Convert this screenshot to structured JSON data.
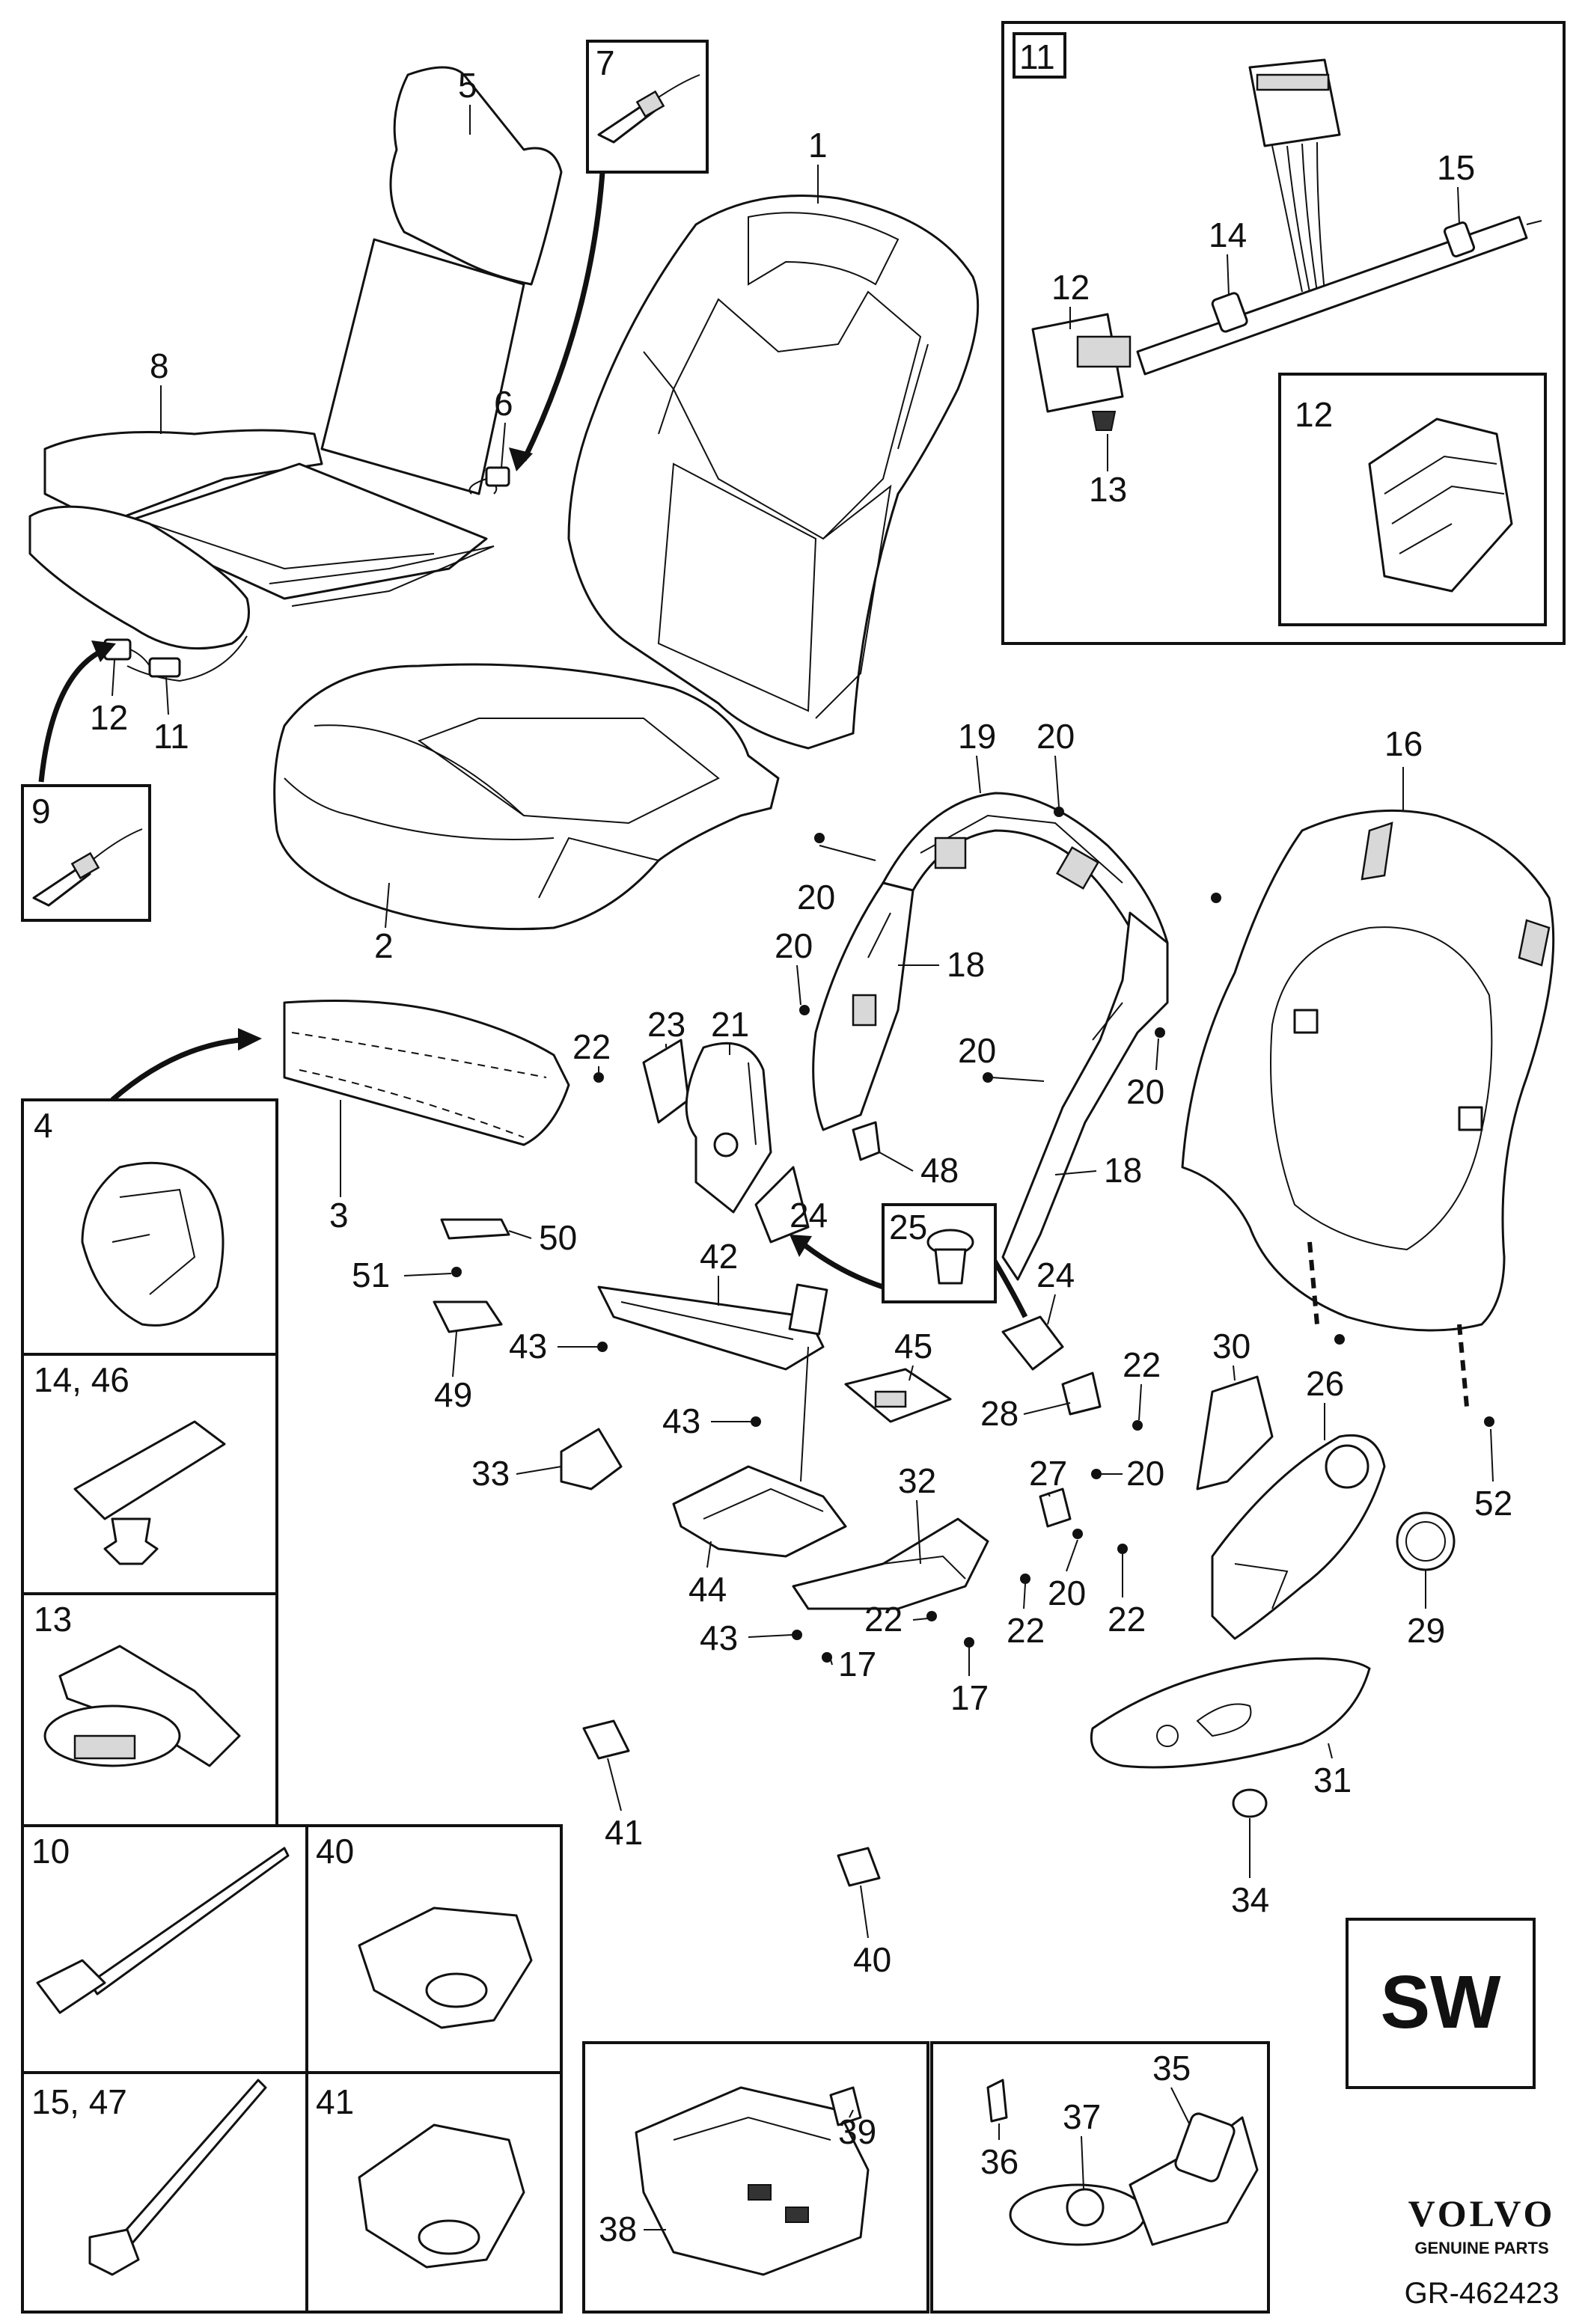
{
  "diagram": {
    "callouts": {
      "c1": "1",
      "c2": "2",
      "c3": "3",
      "c5": "5",
      "c6": "6",
      "c8": "8",
      "c11": "11",
      "c12": "12",
      "c16": "16",
      "c18a": "18",
      "c18b": "18",
      "c19": "19",
      "c20a": "20",
      "c20b": "20",
      "c20c": "20",
      "c20d": "20",
      "c20e": "20",
      "c20f": "20",
      "c20g": "20",
      "c21": "21",
      "c22a": "22",
      "c22b": "22",
      "c22c": "22",
      "c22d": "22",
      "c22e": "22",
      "c23": "23",
      "c24a": "24",
      "c24b": "24",
      "c26": "26",
      "c27": "27",
      "c28": "28",
      "c29": "29",
      "c30": "30",
      "c31": "31",
      "c32": "32",
      "c33": "33",
      "c34": "34",
      "c35": "35",
      "c36": "36",
      "c37": "37",
      "c38": "38",
      "c39": "39",
      "c40": "40",
      "c41": "41",
      "c42": "42",
      "c43a": "43",
      "c43b": "43",
      "c43c": "43",
      "c44": "44",
      "c45": "45",
      "c48": "48",
      "c49": "49",
      "c50": "50",
      "c51": "51",
      "c52": "52",
      "c17a": "17",
      "c17b": "17"
    },
    "inset_11": {
      "box_label": "11",
      "c12a": "12",
      "c12b": "12",
      "c13": "13",
      "c14": "14",
      "c15": "15"
    },
    "box_labels": {
      "b4": "4",
      "b7": "7",
      "b9": "9",
      "b13": "13",
      "b10": "10",
      "b14_46": "14, 46",
      "b15_47": "15, 47",
      "b25": "25",
      "b40": "40",
      "b41": "41"
    },
    "market_code": "SW",
    "brand": "VOLVO",
    "brand_tagline": "GENUINE PARTS",
    "drawing_ref": "GR-462423"
  }
}
